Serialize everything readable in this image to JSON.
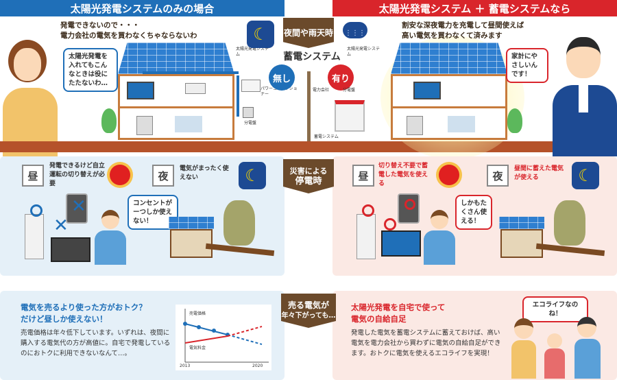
{
  "header": {
    "left_title": "太陽光発電システムのみの場合",
    "right_title": "太陽光発電システム ＋ 蓄電システムなら"
  },
  "top": {
    "left_speech_line1": "発電できないので・・・",
    "left_speech_line2": "電力会社の電気を買わなくちゃならないわ",
    "left_bubble": "太陽光発電を入れてもこんなときは役にたたないわ…",
    "right_speech_line1": "割安な深夜電力を充電して昼間使えば",
    "right_speech_line2": "高い電気を買わなくて済みます",
    "right_bubble": "家計にやさしいんです！",
    "center_tab": "夜間や雨天時",
    "center_label": "蓄電システム",
    "without_label": "無し",
    "with_label": "有り",
    "labels": {
      "solar_system_l": "太陽光発電システム",
      "power_conditioner": "パワーコンディショナー",
      "distribution_board_l": "分電盤",
      "utility": "電力会社",
      "solar_system_r": "太陽光発電システム",
      "distribution_board_r": "分電盤",
      "storage_system": "蓄電システム"
    }
  },
  "middle": {
    "center_tab_line1": "災害による",
    "center_tab_line2": "停電時",
    "left_day_label": "昼",
    "left_day_text": "発電できるけど自立運転の切り替えが必要",
    "left_night_label": "夜",
    "left_night_text": "電気がまったく使えない",
    "left_bubble": "コンセントがーつしか使えない！",
    "right_day_label": "昼",
    "right_day_text": "切り替え不要で蓄電した電気を使える",
    "right_night_label": "夜",
    "right_night_text": "昼間に蓄えた電気が使える",
    "right_bubble": "しかもたくさん使える！"
  },
  "bottom": {
    "center_tab_line1": "売る電気が",
    "center_tab_line2": "年々下がっても…",
    "left_title_line1": "電気を売るより使った方がおトク？",
    "left_title_line2": "だけど昼しか使えない！",
    "left_body": "売電価格は年々低下しています。いずれは、夜間に購入する電気代の方が高値に。自宅で発電しているのにおトクに利用できないなんて…。",
    "chart_label_sell": "売電価格",
    "chart_label_fee": "電気料金",
    "chart_x_start": "2013",
    "chart_x_end": "2020",
    "right_title_line1": "太陽光発電を自宅で使って",
    "right_title_line2": "電気の自給自足",
    "right_body": "発電した電気を蓄電システムに蓄えておけば、高い電気を電力会社から買わずに電気の自給自足ができます。おトクに電気を使えるエコライフを実現！",
    "right_bubble": "エコライフなのね！"
  },
  "colors": {
    "blue": "#1f6fb8",
    "red": "#d9252b",
    "brown": "#6b4a2b"
  }
}
